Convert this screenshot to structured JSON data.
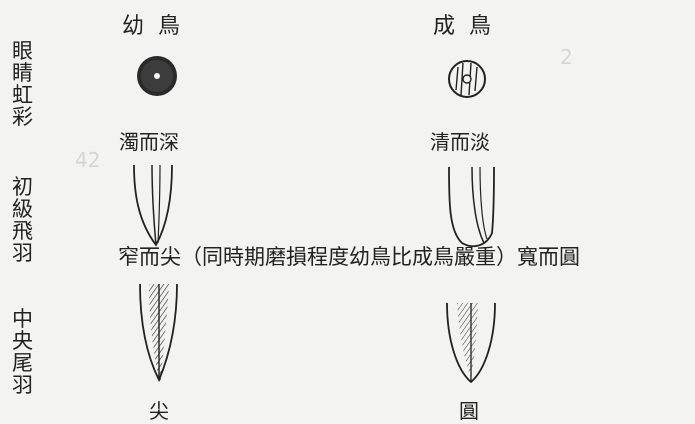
{
  "headers": {
    "juvenile": "幼鳥",
    "adult": "成鳥"
  },
  "side_labels": {
    "iris": "眼睛虹彩",
    "primaries": "初級飛羽",
    "tail": "中央尾羽"
  },
  "iris": {
    "juvenile": "濁而深",
    "adult": "清而淡"
  },
  "primaries_caption": {
    "left": "窄而尖",
    "middle": "（同時期磨損程度幼鳥比成鳥嚴重）",
    "right": "寬而圓"
  },
  "tail": {
    "juvenile": "尖",
    "adult": "圓"
  }
}
